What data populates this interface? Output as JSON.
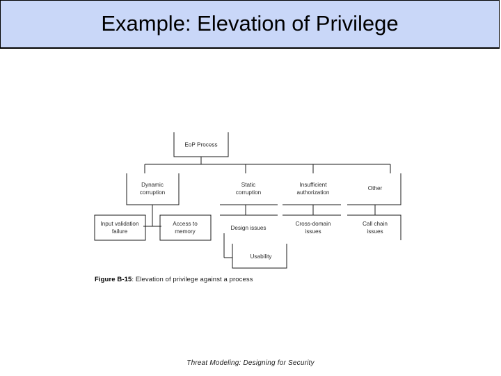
{
  "slide": {
    "title": "Example: Elevation of Privilege",
    "title_bg": "#c9d7f8",
    "title_border": "#000000",
    "background": "#ffffff"
  },
  "figure": {
    "caption_number": "Figure B-15",
    "caption_separator": ": ",
    "caption_text": "Elevation of privilege against a process",
    "line_color": "#1a1a1a",
    "nodes": {
      "root": "EoP Process",
      "dynamic_corruption": "Dynamic\ncorruption",
      "dynamic_corruption_l1": "Dynamic",
      "dynamic_corruption_l2": "corruption",
      "static_corruption_l1": "Static",
      "static_corruption_l2": "corruption",
      "insufficient_authorization_l1": "Insufficient",
      "insufficient_authorization_l2": "authorization",
      "other": "Other",
      "input_validation_failure_l1": "Input validation",
      "input_validation_failure_l2": "failure",
      "access_to_memory_l1": "Access to",
      "access_to_memory_l2": "memory",
      "design_issues": "Design issues",
      "cross_domain_issues_l1": "Cross-domain",
      "cross_domain_issues_l2": "issues",
      "call_chain_issues_l1": "Call chain",
      "call_chain_issues_l2": "issues",
      "usability": "Usability"
    },
    "tree": {
      "name": "EoP Process",
      "children": [
        {
          "name": "Dynamic corruption",
          "children": [
            {
              "name": "Input validation failure",
              "children": []
            },
            {
              "name": "Access to memory",
              "children": []
            }
          ]
        },
        {
          "name": "Static corruption",
          "children": [
            {
              "name": "Design issues",
              "children": [
                {
                  "name": "Usability",
                  "children": []
                }
              ]
            }
          ]
        },
        {
          "name": "Insufficient authorization",
          "children": [
            {
              "name": "Cross-domain issues",
              "children": []
            }
          ]
        },
        {
          "name": "Other",
          "children": [
            {
              "name": "Call chain issues",
              "children": []
            }
          ]
        }
      ]
    }
  },
  "footer": {
    "text": "Threat Modeling: Designing for Security"
  }
}
